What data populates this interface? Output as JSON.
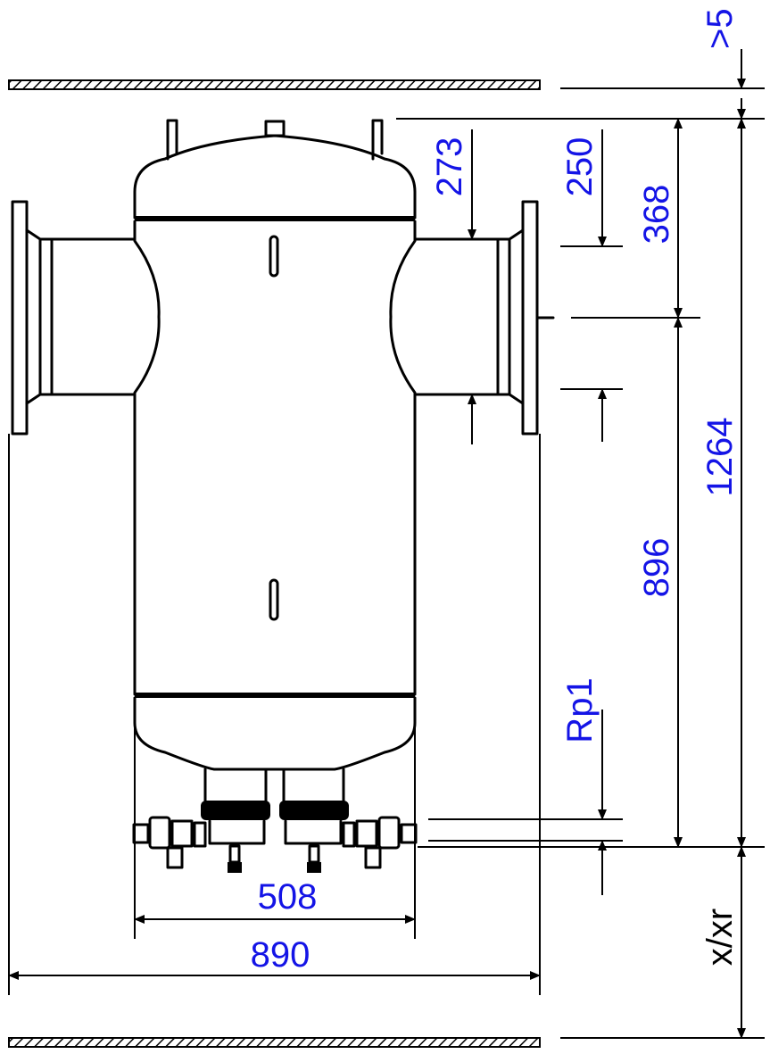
{
  "dimensions": {
    "top_clearance": ">5",
    "outlet_height": "273",
    "inlet_height": "250",
    "flange_height": "368",
    "total_height": "1264",
    "body_height": "896",
    "drain_thread": "Rp1",
    "bottom_clearance": "x/xr",
    "valve_spacing": "508",
    "overall_width": "890"
  },
  "colors": {
    "dimension_text": "#1414e6",
    "black_text": "#000000",
    "line": "#000000"
  }
}
